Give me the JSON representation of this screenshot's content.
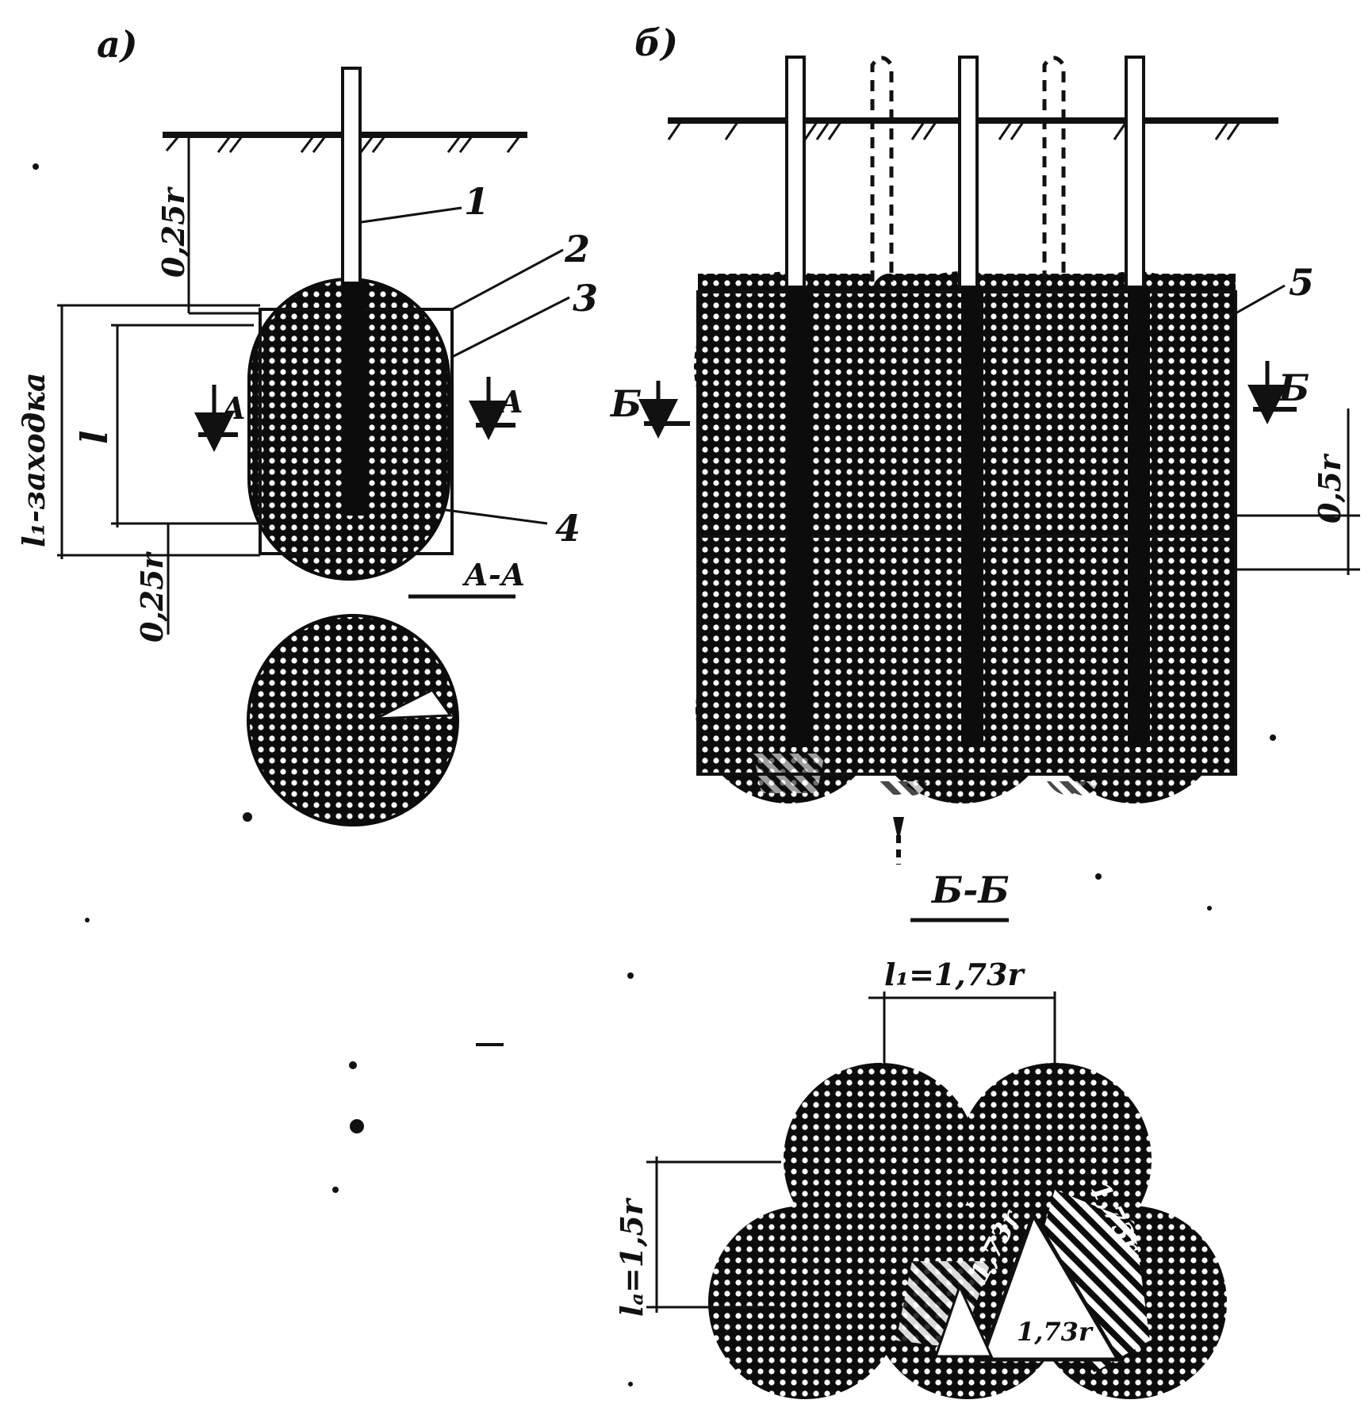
{
  "figure": {
    "panel_a_letter": "а)",
    "panel_b_letter": "б)",
    "callouts": {
      "c1": "1",
      "c2": "2",
      "c3": "3",
      "c4": "4",
      "c5": "5"
    },
    "dims": {
      "top_offset_a": "0,25r",
      "bottom_offset_a": "0,25r",
      "zone_length": "l",
      "full_length": "l₁-заходка",
      "gap_b": "0,5r",
      "spacing_l1": "l₁=1,73r",
      "spacing_ld": "lₐ=1,5r",
      "tri_side_1": "1,73r",
      "tri_side_2": "1,73r",
      "tri_center": "1,73r"
    },
    "section_marks": {
      "a_left": "A",
      "a_right": "A",
      "b_left": "Б",
      "b_right": "Б",
      "section_a_title": "А-А",
      "section_b_title": "Б-Б"
    }
  }
}
